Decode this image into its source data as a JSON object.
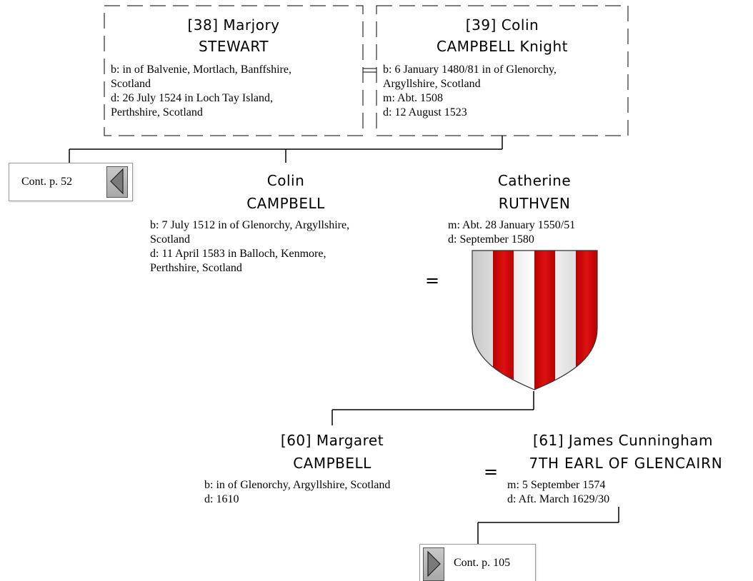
{
  "people": {
    "marjory": {
      "name1": "[38] Marjory",
      "name2": "STEWART",
      "birth": "b: in of Balvenie, Mortlach, Banffshire,",
      "birth2": "Scotland",
      "death": "d: 26 July 1524 in Loch Tay Island,",
      "death2": "Perthshire, Scotland"
    },
    "colin_knight": {
      "name1": "[39] Colin",
      "name2": "CAMPBELL Knight",
      "birth": "b: 6 January 1480/81 in of Glenorchy,",
      "birth2": "Argyllshire, Scotland",
      "marriage": "m: Abt. 1508",
      "death": "d: 12 August 1523"
    },
    "colin": {
      "name1": "Colin",
      "name2": "CAMPBELL",
      "birth": "b: 7 July 1512 in of Glenorchy, Argyllshire,",
      "birth2": "Scotland",
      "death": "d: 11 April 1583 in Balloch, Kenmore,",
      "death2": "Perthshire, Scotland"
    },
    "catherine": {
      "name1": "Catherine",
      "name2": "RUTHVEN",
      "marriage": "m: Abt. 28 January 1550/51",
      "death": "d: September 1580"
    },
    "margaret": {
      "name1": "[60] Margaret",
      "name2": "CAMPBELL",
      "birth": "b: in of Glenorchy, Argyllshire, Scotland",
      "death": "d: 1610"
    },
    "james": {
      "name1": "[61] James Cunningham",
      "name2": "7TH EARL OF GLENCAIRN",
      "marriage": "m: 5 September 1574",
      "death": "d: Aft. March 1629/30"
    }
  },
  "marriage_symbol": "=",
  "continuations": {
    "left": "Cont. p. 52",
    "right": "Cont. p. 105"
  },
  "colors": {
    "shield_red": "#cc0000",
    "shield_silver": "#e8e8e8"
  },
  "icons": {
    "left": "triangle-left-icon",
    "right": "triangle-right-icon",
    "shield": "coat-of-arms-shield"
  }
}
